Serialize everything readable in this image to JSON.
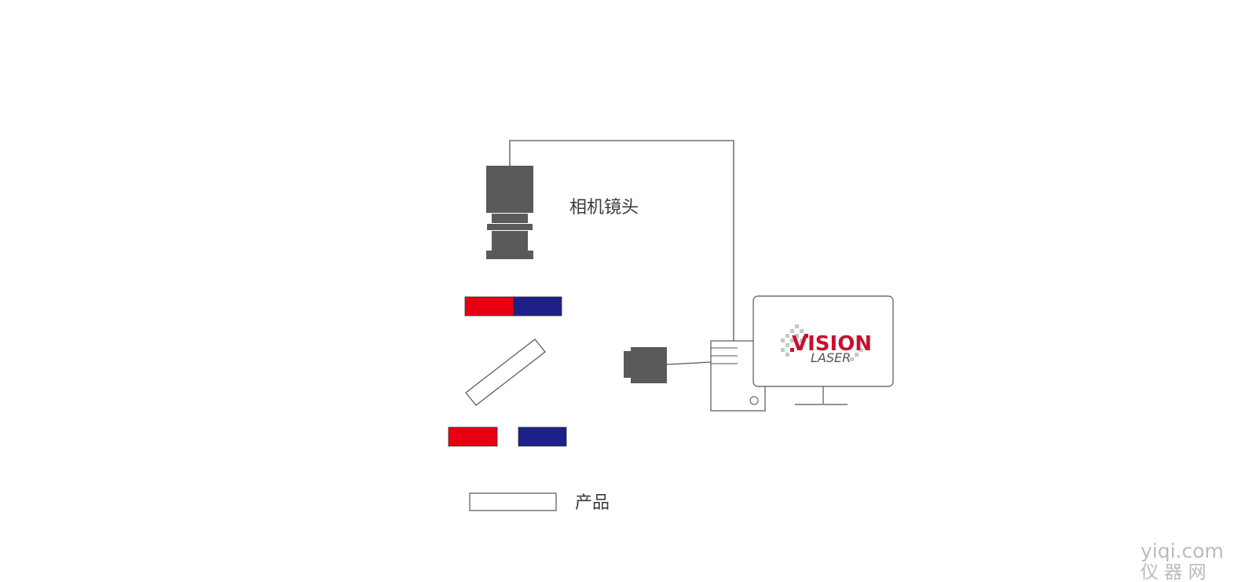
{
  "labels": {
    "camera_lens": "相机镜头",
    "product": "产品"
  },
  "logo": {
    "vision_text": "VISION",
    "laser_text": "LASER"
  },
  "watermark": {
    "domain": "yiqi.com",
    "name": "仪 器 网"
  },
  "colors": {
    "device_gray": "#5a5a5a",
    "filter_red": "#e60012",
    "filter_blue": "#1d2088",
    "outline": "#555555",
    "logo_red": "#c8102e",
    "logo_pixel_gray": "#c8c8c8"
  }
}
